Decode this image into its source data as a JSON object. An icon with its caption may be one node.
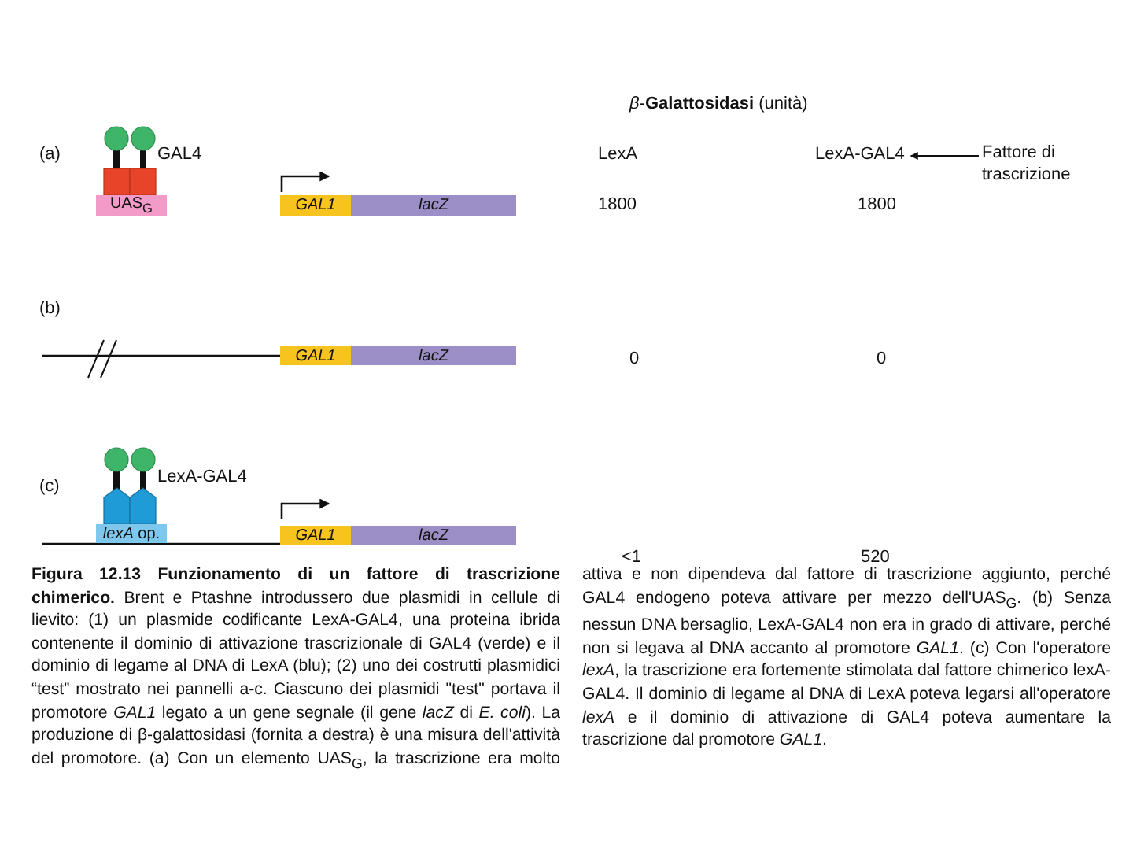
{
  "diagram": {
    "caption": "**Figura 12.13 Funzionamento di un fattore di trascrizione chimerico.** Brent e Ptashne introdussero due plasmidi in cellule di lievito: (1) un plasmide codificante LexA-GAL4, una proteina ibrida contenente il dominio di attivazione trascrizionale di GAL4 (verde) e il dominio di legame al DNA di LexA (blu); (2) uno dei costrutti plasmidici “test” mostrato nei pannelli a-c. Ciascuno dei plasmidi \"test\" portava il promotore *GAL1* legato a un gene segnale (il gene *lacZ* di *E. coli*). La produzione di β-galattosidasi (fornita a destra) è una misura dell'attività del promotore. (a) Con un elemento UAS$_{G}$, la trascrizione era molto attiva e non dipendeva dal fattore di trascrizione aggiunto, perché GAL4 endogeno poteva attivare per mezzo dell'UAS$_{G}$. (b) Senza nessun DNA bersaglio, LexA-GAL4 non era in grado di attivare, perché non si legava al DNA accanto al promotore *GAL1*. (c) Con l'operatore *lexA*, la trascrizione era fortemente stimolata dal fattore chimerico lexA-GAL4. Il dominio di legame al DNA di LexA poteva legarsi all'operatore *lexA* e il dominio di attivazione di GAL4 poteva aumentare la trascrizione dal promotore *GAL1*.",
    "nodes": [
      {
        "text": [
          "UAS$_{G}$"
        ]
      },
      {
        "text": [
          "GAL1"
        ]
      },
      {
        "text": [
          "lacZ"
        ]
      },
      {
        "text": [
          "GAL1"
        ]
      },
      {
        "text": [
          "lacZ"
        ]
      },
      {
        "text": [
          "*lexA* op."
        ]
      },
      {
        "text": [
          "GAL1"
        ]
      },
      {
        "text": [
          "lacZ"
        ]
      },
      {
        "text": [
          "LexA-GAL4"
        ]
      },
      {
        "text": [
          "Fattore di trascrizione"
        ]
      }
    ],
    "edges": [
      {
        "from": 9,
        "to": 8,
        "arrow": "to"
      }
    ],
    "labels": [
      "*β*-**Galattosidasi** (unità)",
      "(a)",
      "GAL4",
      "LexA",
      "1800",
      "1800",
      "(b)",
      "0",
      "0",
      "(c)",
      "LexA-GAL4",
      "<1",
      "520"
    ]
  }
}
